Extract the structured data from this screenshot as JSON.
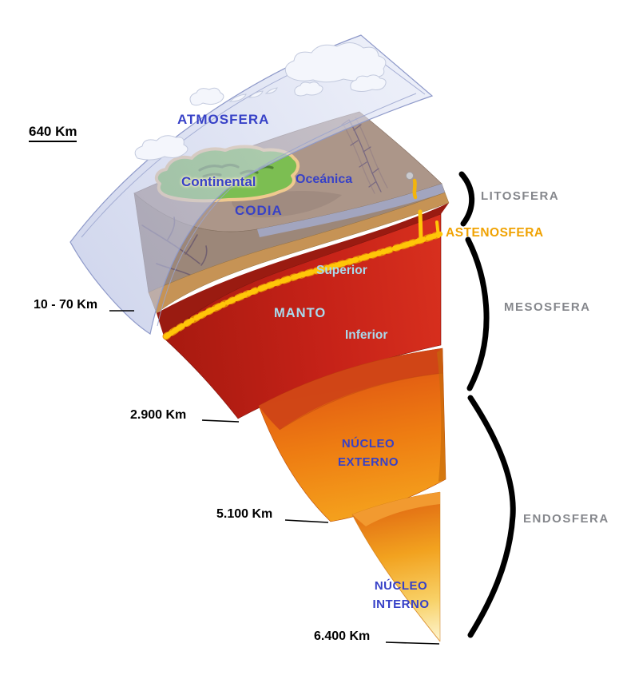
{
  "diagram": {
    "atmosphere": {
      "label": "ATMOSFERA",
      "height_label": "640 Km"
    },
    "crust": {
      "label": "CODIA",
      "continental_label": "Continental",
      "oceanic_label": "Oceánica",
      "depth_label": "10 - 70 Km"
    },
    "mantle": {
      "label": "MANTO",
      "upper_label": "Superior",
      "lower_label": "Inferior",
      "depth_label": "2.900 Km"
    },
    "outer_core": {
      "line1": "NÚCLEO",
      "line2": "EXTERNO",
      "depth_label": "5.100 Km"
    },
    "inner_core": {
      "line1": "NÚCLEO",
      "line2": "INTERNO",
      "depth_label": "6.400 Km"
    },
    "zones": {
      "lithosphere": "LITOSFERA",
      "asthenosphere": "ASTENOSFERA",
      "mesosphere": "MESOSFERA",
      "endosphere": "ENDOSFERA"
    }
  },
  "palette": {
    "label_blue": "#3741C7",
    "label_light_blue": "#A9DAEC",
    "label_gray": "#85878C",
    "label_gold": "#F0A202",
    "atmosphere_fill": "#BCC5E5",
    "crust_top": "#AC9689",
    "crust_front": "#9C8779",
    "continent_green": "#7CBE52",
    "beach_tan": "#EFC98F",
    "lower_crust_tan": "#C69355",
    "mantle_dark_red": "#9A1B11",
    "mantle_red": "#C6221A",
    "asthenosphere_yellow": "#FFC608",
    "outer_core_orange": "#EE7D12",
    "inner_core_gold": "#F8D167",
    "bracket_black": "#000000"
  }
}
